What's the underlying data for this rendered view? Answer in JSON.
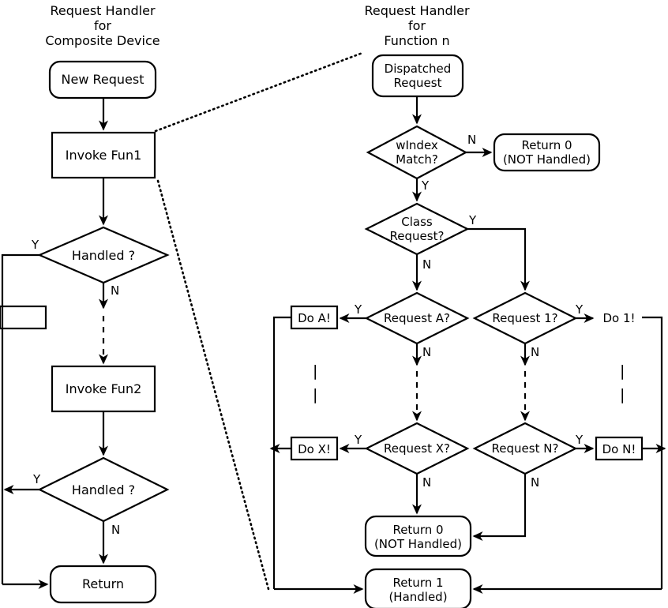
{
  "diagram": {
    "title_left": "Request Handler\nfor\nComposite Device",
    "title_right": "Request Handler\nfor\nFunction n",
    "stroke_color": "#000000",
    "background_color": "#ffffff"
  },
  "left_flow": {
    "nodes": {
      "new_request": "New Request",
      "invoke_fun1": "Invoke Fun1",
      "handled_1": "Handled ?",
      "invoke_fun2": "Invoke Fun2",
      "handled_2": "Handled ?",
      "return": "Return"
    },
    "edge_labels": {
      "handled1_yes": "Y",
      "handled1_no": "N",
      "handled2_yes": "Y",
      "handled2_no": "N"
    }
  },
  "right_flow": {
    "nodes": {
      "dispatched_request": "Dispatched\nRequest",
      "windex_match": "wIndex\nMatch?",
      "return0_top": "Return 0\n(NOT Handled)",
      "class_request": "Class\nRequest?",
      "request_a": "Request A?",
      "do_a": "Do A!",
      "request_1": "Request 1?",
      "do_1": "Do 1!",
      "request_x": "Request X?",
      "do_x": "Do X!",
      "request_n": "Request N?",
      "do_n": "Do N!",
      "return0_bottom": "Return 0\n(NOT Handled)",
      "return1": "Return 1\n(Handled)"
    },
    "edge_labels": {
      "windex_no": "N",
      "windex_yes": "Y",
      "class_yes": "Y",
      "class_no": "N",
      "request_a_yes": "Y",
      "request_a_no": "N",
      "request_1_yes": "Y",
      "request_1_no": "N",
      "request_x_yes": "Y",
      "request_x_no": "N",
      "request_n_yes": "Y",
      "request_n_no": "N"
    },
    "ellipsis_left": "|",
    "ellipsis_right": "|"
  }
}
